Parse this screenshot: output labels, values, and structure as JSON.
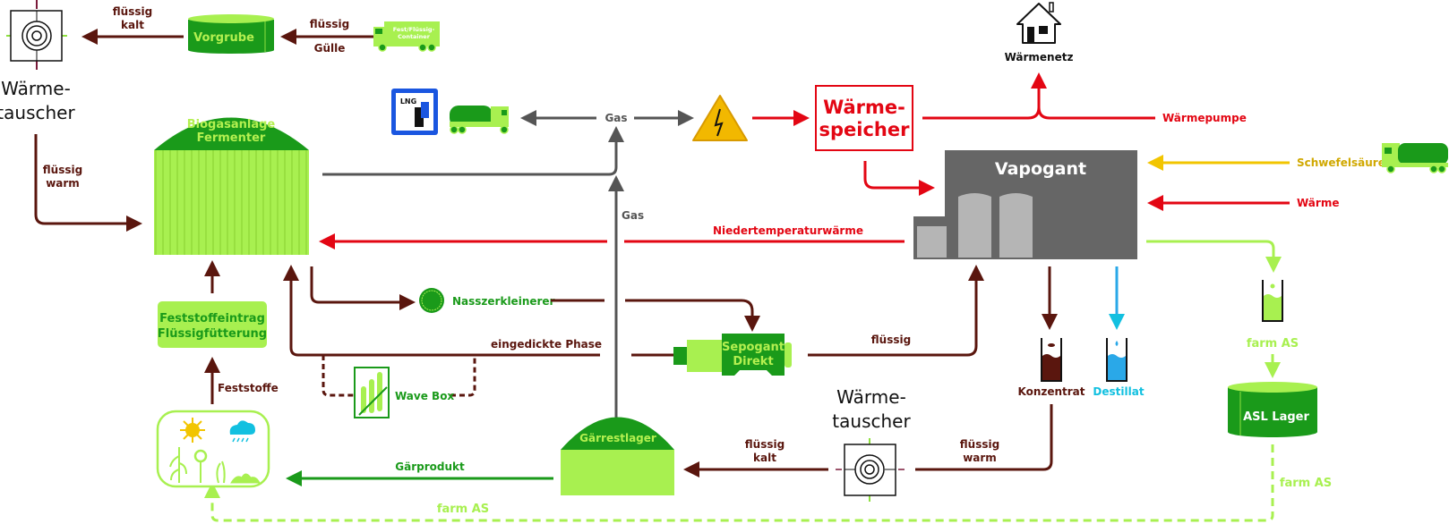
{
  "title": "Biogasanlage mit Vapogant – Prozessschema",
  "colors": {
    "brown": "#5a160e",
    "red": "#e30613",
    "grey": "#555555",
    "dark_green": "#1a9a1a",
    "light_green": "#a8f050",
    "yellow": "#f2c500",
    "cyan": "#2aa8e8",
    "vapogant_grey": "#666666"
  },
  "nodes": {
    "heat_exchanger_top": {
      "label_line1": "Wärme-",
      "label_line2": "tauscher"
    },
    "vorgrube": {
      "label": "Vorgrube"
    },
    "container_truck": {
      "label_line1": "Fest/Flüssig-",
      "label_line2": "Container"
    },
    "lng_sign": {
      "label": "LNG"
    },
    "fermenter": {
      "label_line1": "Biogasanlage",
      "label_line2": "Fermenter"
    },
    "waermespeicher": {
      "label_line1": "Wärme-",
      "label_line2": "speicher"
    },
    "waermenetz": {
      "label": "Wärmenetz"
    },
    "vapogant": {
      "label": "Vapogant"
    },
    "feststoffeintrag": {
      "label_line1": "Feststoffeintrag",
      "label_line2": "Flüssigfütterung"
    },
    "nasszerkleinerer": {
      "label": "Nasszerkleinerer"
    },
    "sepogant": {
      "label_line1": "Sepogant",
      "label_line2": "Direkt"
    },
    "wave_box": {
      "label": "Wave Box"
    },
    "gaerrestlager": {
      "label": "Gärrestlager"
    },
    "heat_exchanger_bottom": {
      "label_line1": "Wärme-",
      "label_line2": "tauscher"
    },
    "konzentrat": {
      "label": "Konzentrat"
    },
    "destillat": {
      "label": "Destillat"
    },
    "asl_lager": {
      "label": "ASL Lager"
    },
    "farm_as_logo": {
      "label": "farm AS"
    }
  },
  "flows": {
    "fluessig_kalt_top": {
      "line1": "flüssig",
      "line2": "kalt"
    },
    "fluessig_guelle": {
      "line1": "flüssig",
      "line2": "Gülle"
    },
    "fluessig_warm_left": {
      "line1": "flüssig",
      "line2": "warm"
    },
    "gas_top": "Gas",
    "gas_vertical": "Gas",
    "waermepumpe": "Wärmepumpe",
    "schwefelsaeure": "Schwefelsäure",
    "waerme": "Wärme",
    "niedertemperaturwaerme": "Niedertemperaturwärme",
    "eingedickte_phase": "eingedickte Phase",
    "fluessig_sepogant": "flüssig",
    "feststoffe": "Feststoffe",
    "gaerprodukt": "Gärprodukt",
    "fluessig_kalt_bottom": {
      "line1": "flüssig",
      "line2": "kalt"
    },
    "fluessig_warm_bottom": {
      "line1": "flüssig",
      "line2": "warm"
    }
  }
}
